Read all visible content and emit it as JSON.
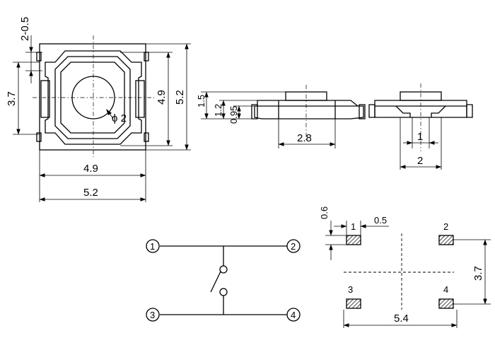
{
  "top_view": {
    "dim_terminal_width": "2-0.5",
    "dim_height_outer": "5.2",
    "dim_height_inner": "4.9",
    "dim_pin_pitch": "3.7",
    "dim_width_inner": "4.9",
    "dim_width_outer": "5.2",
    "dim_actuator_diameter": "ϕ 2"
  },
  "side_view": {
    "dim_total_height": "1.5",
    "dim_body_height": "1.2",
    "dim_base_height": "0.95",
    "dim_actuator_width": "2.8"
  },
  "end_view": {
    "dim_lead_width": "1",
    "dim_lead_span": "2"
  },
  "schematic": {
    "pins": [
      "1",
      "2",
      "3",
      "4"
    ]
  },
  "pcb_layout": {
    "pad_labels": [
      "1",
      "2",
      "3",
      "4"
    ],
    "dim_pad_height": "0.6",
    "dim_pad_width": "0.5",
    "dim_pitch_x": "5.4",
    "dim_pitch_y": "3.7"
  }
}
